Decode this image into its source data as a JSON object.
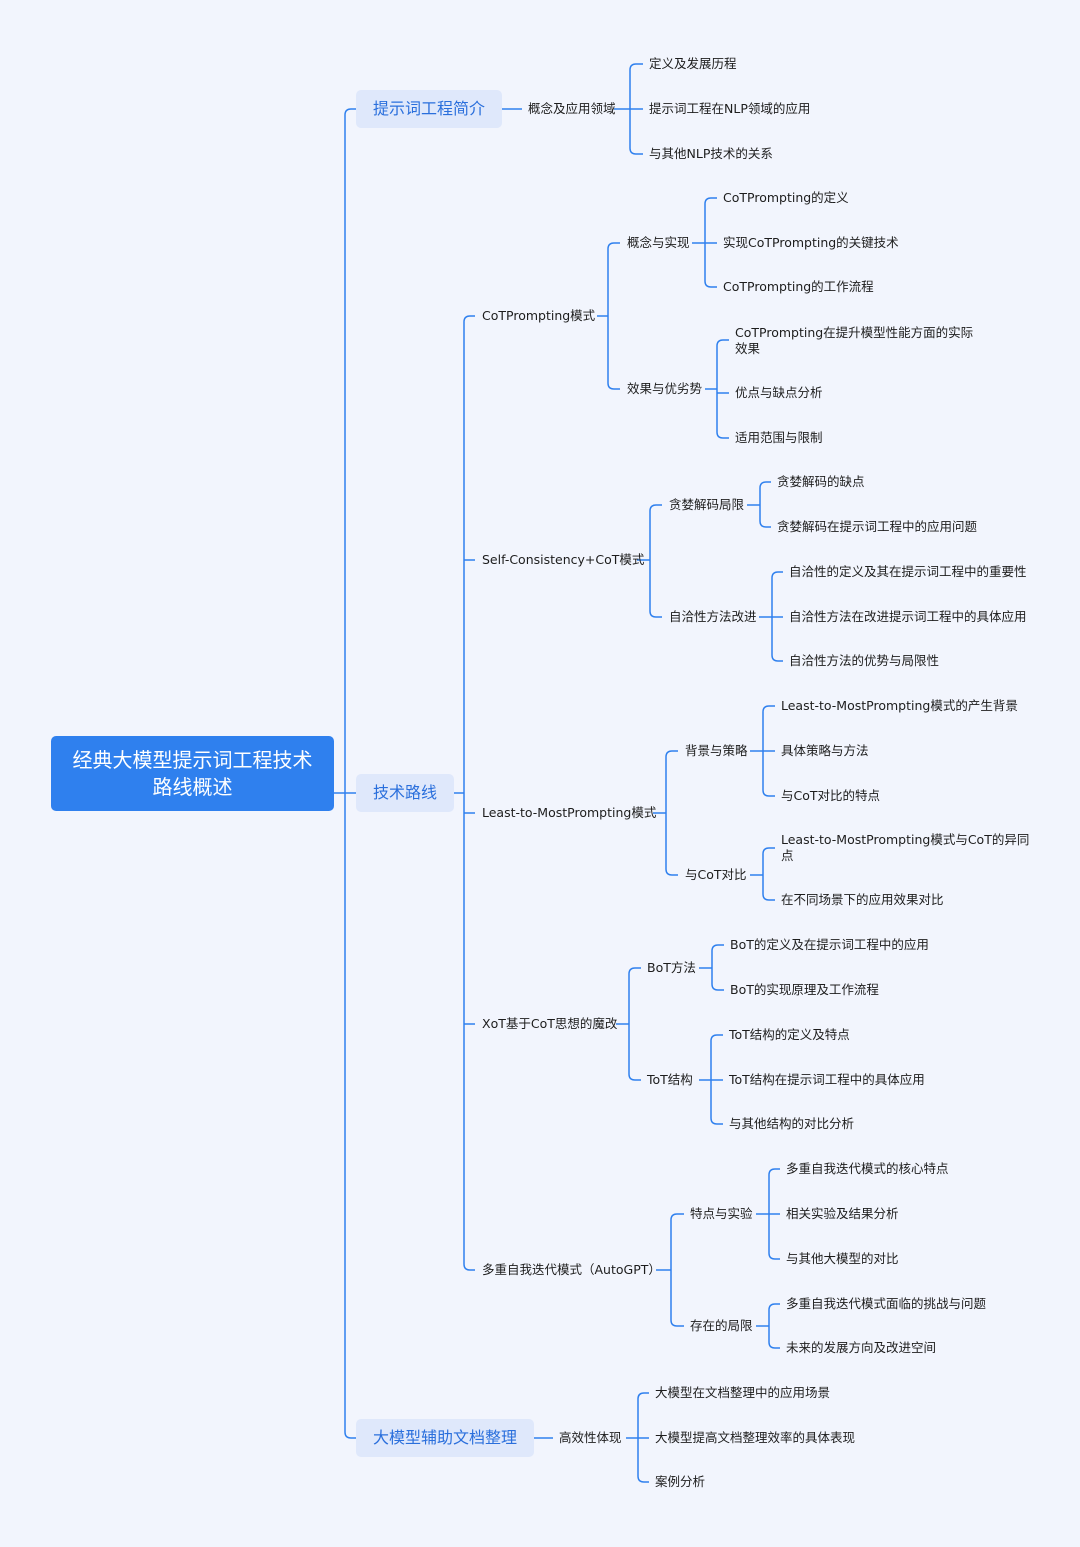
{
  "root": "经典大模型提示词工程技术路线概述",
  "branches": [
    {
      "label": "提示词工程简介",
      "children": [
        {
          "label": "概念及应用领域",
          "children": [
            {
              "label": "定义及发展历程"
            },
            {
              "label": "提示词工程在NLP领域的应用"
            },
            {
              "label": "与其他NLP技术的关系"
            }
          ]
        }
      ]
    },
    {
      "label": "技术路线",
      "children": [
        {
          "label": "CoTPrompting模式",
          "children": [
            {
              "label": "概念与实现",
              "children": [
                {
                  "label": "CoTPrompting的定义"
                },
                {
                  "label": "实现CoTPrompting的关键技术"
                },
                {
                  "label": "CoTPrompting的工作流程"
                }
              ]
            },
            {
              "label": "效果与优劣势",
              "children": [
                {
                  "label": "CoTPrompting在提升模型性能方面的实际效果"
                },
                {
                  "label": "优点与缺点分析"
                },
                {
                  "label": "适用范围与限制"
                }
              ]
            }
          ]
        },
        {
          "label": "Self-Consistency+CoT模式",
          "children": [
            {
              "label": "贪婪解码局限",
              "children": [
                {
                  "label": "贪婪解码的缺点"
                },
                {
                  "label": "贪婪解码在提示词工程中的应用问题"
                }
              ]
            },
            {
              "label": "自洽性方法改进",
              "children": [
                {
                  "label": "自洽性的定义及其在提示词工程中的重要性"
                },
                {
                  "label": "自洽性方法在改进提示词工程中的具体应用"
                },
                {
                  "label": "自洽性方法的优势与局限性"
                }
              ]
            }
          ]
        },
        {
          "label": "Least-to-MostPrompting模式",
          "children": [
            {
              "label": "背景与策略",
              "children": [
                {
                  "label": "Least-to-MostPrompting模式的产生背景"
                },
                {
                  "label": "具体策略与方法"
                },
                {
                  "label": "与CoT对比的特点"
                }
              ]
            },
            {
              "label": "与CoT对比",
              "children": [
                {
                  "label": "Least-to-MostPrompting模式与CoT的异同点"
                },
                {
                  "label": "在不同场景下的应用效果对比"
                }
              ]
            }
          ]
        },
        {
          "label": "XoT基于CoT思想的魔改",
          "children": [
            {
              "label": "BoT方法",
              "children": [
                {
                  "label": "BoT的定义及在提示词工程中的应用"
                },
                {
                  "label": "BoT的实现原理及工作流程"
                }
              ]
            },
            {
              "label": "ToT结构",
              "children": [
                {
                  "label": "ToT结构的定义及特点"
                },
                {
                  "label": "ToT结构在提示词工程中的具体应用"
                },
                {
                  "label": "与其他结构的对比分析"
                }
              ]
            }
          ]
        },
        {
          "label": "多重自我迭代模式（AutoGPT）",
          "children": [
            {
              "label": "特点与实验",
              "children": [
                {
                  "label": "多重自我迭代模式的核心特点"
                },
                {
                  "label": "相关实验及结果分析"
                },
                {
                  "label": "与其他大模型的对比"
                }
              ]
            },
            {
              "label": "存在的局限",
              "children": [
                {
                  "label": "多重自我迭代模式面临的挑战与问题"
                },
                {
                  "label": "未来的发展方向及改进空间"
                }
              ]
            }
          ]
        }
      ]
    },
    {
      "label": "大模型辅助文档整理",
      "children": [
        {
          "label": "高效性体现",
          "children": [
            {
              "label": "大模型在文档整理中的应用场景"
            },
            {
              "label": "大模型提高文档整理效率的具体表现"
            },
            {
              "label": "案例分析"
            }
          ]
        }
      ]
    }
  ],
  "colors": {
    "background": "#f2f5fd",
    "root_fill": "#2f80ee",
    "branch_fill": "#dfe8fb",
    "branch_text": "#2a6fdc",
    "connector": "#2f80ee"
  }
}
